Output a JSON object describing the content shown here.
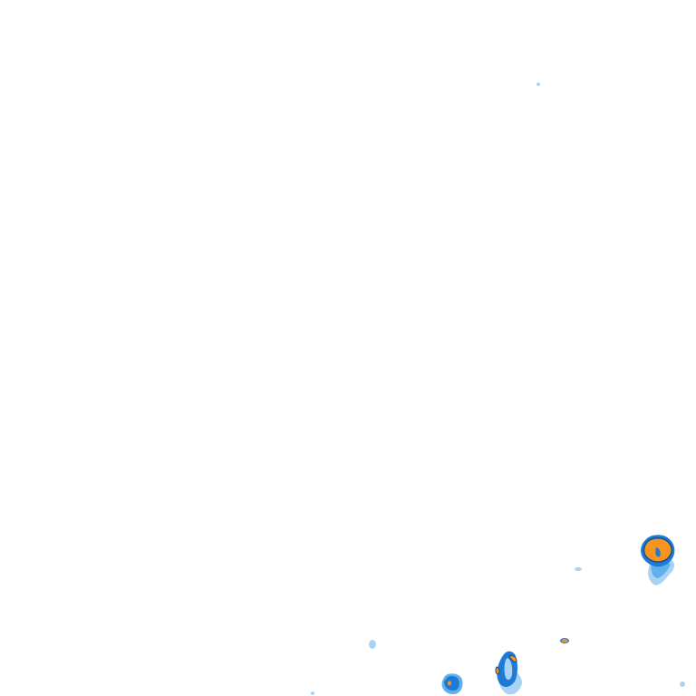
{
  "map": {
    "colors": {
      "background": "#ffffff",
      "light": "#a9d3f5",
      "medium": "#5fb0ec",
      "strong": "#1f7ad6",
      "heavy": "#0e4f9c",
      "intense": "#f7941d",
      "intense_edge": "#c86a0a"
    },
    "cells": [
      {
        "id": "cell-east",
        "intensity": "intense"
      },
      {
        "id": "cell-south-center",
        "intensity": "intense"
      },
      {
        "id": "cell-south-west",
        "intensity": "strong"
      },
      {
        "id": "cell-small-orange",
        "intensity": "intense"
      },
      {
        "id": "speck-north",
        "intensity": "light"
      },
      {
        "id": "speck-west",
        "intensity": "light"
      },
      {
        "id": "speck-mid",
        "intensity": "light"
      },
      {
        "id": "speck-far-east",
        "intensity": "light"
      }
    ]
  }
}
